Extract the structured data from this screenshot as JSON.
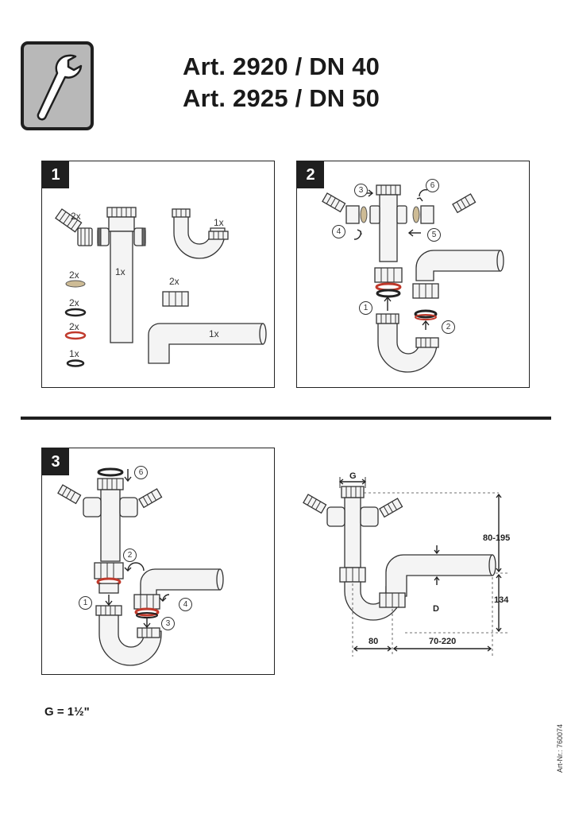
{
  "header": {
    "title_line1": "Art. 2920 / DN 40",
    "title_line2": "Art. 2925 / DN 50"
  },
  "icon": "wrench-icon",
  "panels": {
    "p1": {
      "number": "1",
      "labels": {
        "inlet_qty": "2x",
        "pipe_qty": "1x",
        "trap_qty": "1x",
        "nuts_qty": "2x",
        "elbow_qty": "1x",
        "washer_beige_qty": "2x",
        "ring_black_qty": "2x",
        "ring_red_qty": "2x",
        "ring_small_qty": "1x"
      }
    },
    "p2": {
      "number": "2",
      "steps": [
        "1",
        "2",
        "3",
        "4",
        "5",
        "6"
      ]
    },
    "p3": {
      "number": "3",
      "steps": [
        "1",
        "2",
        "3",
        "4",
        "6"
      ]
    }
  },
  "dimensions": {
    "g": "G",
    "height_range": "80-195",
    "height": "134",
    "d": "D",
    "offset": "80",
    "length_range": "70-220"
  },
  "footnote": "G = 1½\"",
  "article_number": "Art-Nr.: 760074",
  "colors": {
    "dark": "#1f1f1f",
    "beige": "#cdbb95",
    "red": "#c0392b",
    "icon_bg": "#b8b8b8"
  }
}
